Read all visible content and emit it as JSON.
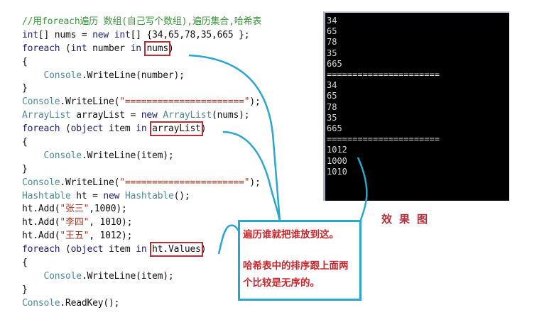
{
  "code": {
    "lines": [
      [
        [
          "//用foreach遍历 数组(自己写个数组),遍历集合,哈希表",
          "cm"
        ]
      ],
      [
        [
          "int",
          "kw"
        ],
        [
          "[] nums = ",
          "plain"
        ],
        [
          "new",
          "kw"
        ],
        [
          " ",
          "plain"
        ],
        [
          "int",
          "kw"
        ],
        [
          "[] {34,65,78,35,665 };",
          "plain"
        ]
      ],
      [
        [
          "foreach",
          "kw"
        ],
        [
          " (",
          "plain"
        ],
        [
          "int",
          "kw"
        ],
        [
          " number ",
          "plain"
        ],
        [
          "in",
          "kw"
        ],
        [
          " ",
          "plain"
        ],
        [
          "nums",
          "hl"
        ],
        [
          ")",
          "plain"
        ]
      ],
      [
        [
          "{",
          "plain"
        ]
      ],
      [
        [
          "    ",
          "plain"
        ],
        [
          "Console",
          "type"
        ],
        [
          ".WriteLine(number);",
          "plain"
        ]
      ],
      [
        [
          "}",
          "plain"
        ]
      ],
      [
        [
          "Console",
          "type"
        ],
        [
          ".WriteLine(",
          "plain"
        ],
        [
          "\"======================\"",
          "str"
        ],
        [
          ");",
          "plain"
        ]
      ],
      [
        [
          "ArrayList",
          "type"
        ],
        [
          " arrayList = ",
          "plain"
        ],
        [
          "new",
          "kw"
        ],
        [
          " ",
          "plain"
        ],
        [
          "ArrayList",
          "type"
        ],
        [
          "(nums);",
          "plain"
        ]
      ],
      [
        [
          "foreach",
          "kw"
        ],
        [
          " (",
          "plain"
        ],
        [
          "object",
          "kw"
        ],
        [
          " item ",
          "plain"
        ],
        [
          "in",
          "kw"
        ],
        [
          " ",
          "plain"
        ],
        [
          "arrayList",
          "hl"
        ],
        [
          ")",
          "plain"
        ]
      ],
      [
        [
          "{",
          "plain"
        ]
      ],
      [
        [
          "    ",
          "plain"
        ],
        [
          "Console",
          "type"
        ],
        [
          ".WriteLine(item);",
          "plain"
        ]
      ],
      [
        [
          "}",
          "plain"
        ]
      ],
      [
        [
          "Console",
          "type"
        ],
        [
          ".WriteLine(",
          "plain"
        ],
        [
          "\"======================\"",
          "str"
        ],
        [
          ");",
          "plain"
        ]
      ],
      [
        [
          "Hashtable",
          "type"
        ],
        [
          " ht = ",
          "plain"
        ],
        [
          "new",
          "kw"
        ],
        [
          " ",
          "plain"
        ],
        [
          "Hashtable",
          "type"
        ],
        [
          "();",
          "plain"
        ]
      ],
      [
        [
          "ht.Add(",
          "plain"
        ],
        [
          "\"张三\"",
          "str"
        ],
        [
          ",1000);",
          "plain"
        ]
      ],
      [
        [
          "ht.Add(",
          "plain"
        ],
        [
          "\"李四\"",
          "str"
        ],
        [
          ", 1010);",
          "plain"
        ]
      ],
      [
        [
          "ht.Add(",
          "plain"
        ],
        [
          "\"王五\"",
          "str"
        ],
        [
          ", 1012);",
          "plain"
        ]
      ],
      [
        [
          "foreach",
          "kw"
        ],
        [
          " (",
          "plain"
        ],
        [
          "object",
          "kw"
        ],
        [
          " item ",
          "plain"
        ],
        [
          "in",
          "kw"
        ],
        [
          " ",
          "plain"
        ],
        [
          "ht.Values",
          "hl"
        ],
        [
          ")",
          "plain"
        ]
      ],
      [
        [
          "{",
          "plain"
        ]
      ],
      [
        [
          "    ",
          "plain"
        ],
        [
          "Console",
          "type"
        ],
        [
          ".WriteLine(item);",
          "plain"
        ]
      ],
      [
        [
          "}",
          "plain"
        ]
      ],
      [
        [
          "Console",
          "type"
        ],
        [
          ".ReadKey();",
          "plain"
        ]
      ]
    ]
  },
  "console_output": {
    "lines": [
      "34",
      "65",
      "78",
      "35",
      "665",
      "======================",
      "34",
      "65",
      "78",
      "35",
      "665",
      "======================",
      "1012",
      "1000",
      "1010"
    ]
  },
  "caption": "效果图",
  "callout": {
    "text1": "遍历谁就把谁放到这。",
    "text2": "哈希表中的排序跟上面两个比较是无序的。"
  },
  "colors": {
    "keyword": "#20207a",
    "type": "#4f8a93",
    "string": "#a33a2a",
    "comment": "#3a9a3a",
    "highlight_box": "#b4303a",
    "arrow": "#2aa6cf",
    "callout_text": "#c8282d"
  }
}
